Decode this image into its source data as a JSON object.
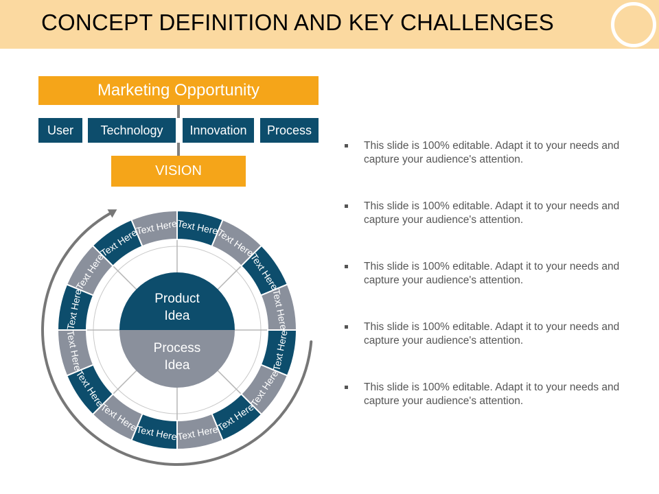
{
  "header": {
    "title": "CONCEPT DEFINITION AND KEY CHALLENGES"
  },
  "diagram": {
    "marketing_label": "Marketing Opportunity",
    "tags": [
      "User",
      "Technology",
      "Innovation",
      "Process"
    ],
    "vision_label": "VISION",
    "center": {
      "top_lines": [
        "Product",
        "Idea"
      ],
      "bottom_lines": [
        "Process",
        "Idea"
      ]
    },
    "segment_text": [
      "Text Here",
      "Text Here",
      "Text Here",
      "Text Here",
      "Text Here",
      "Text Here",
      "Text Here",
      "Text Here",
      "Text Here",
      "Text Here",
      "Text Here",
      "Text Here",
      "Text Here",
      "Text Here",
      "Text Here",
      "Text Here"
    ],
    "segment_tones": [
      "teal",
      "gray",
      "teal",
      "gray",
      "teal",
      "gray",
      "teal",
      "gray",
      "teal",
      "gray",
      "teal",
      "gray",
      "teal",
      "gray",
      "teal",
      "gray"
    ]
  },
  "bullets": [
    "This slide is 100% editable. Adapt it to your needs and capture your audience's attention.",
    "This slide is 100% editable. Adapt it to your needs and capture your audience's attention.",
    "This slide is 100% editable. Adapt it to your needs and capture your audience's attention.",
    "This slide is 100% editable. Adapt it to your needs and capture your audience's attention.",
    "This slide is 100% editable. Adapt it to your needs and capture your audience's attention."
  ],
  "colors": {
    "header_bg": "#fbd9a0",
    "orange": "#f5a519",
    "teal": "#0d4d6c",
    "gray": "#8a909c",
    "arrow": "#777777"
  }
}
